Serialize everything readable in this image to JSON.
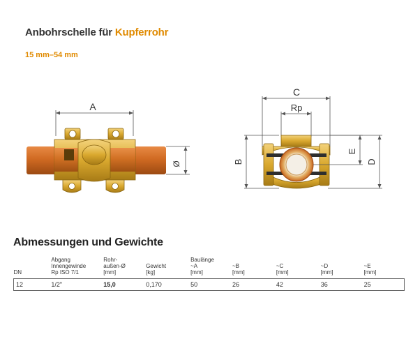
{
  "header": {
    "title_main": "Anbohrschelle für",
    "title_accent": "Kupferrohr",
    "subtitle": "15 mm–54 mm"
  },
  "drawing": {
    "label_a": "A",
    "label_c": "C",
    "label_rp": "Rp",
    "label_b": "B",
    "label_e": "E",
    "label_d": "D",
    "label_diameter": "Ø"
  },
  "section": {
    "title": "Abmessungen und Gewichte"
  },
  "table": {
    "headers": [
      [
        "",
        "",
        "DN"
      ],
      [
        "Abgang",
        "Innengewinde",
        "Rp  ISO 7/1"
      ],
      [
        "Rohr-",
        "außen-Ø",
        "[mm]"
      ],
      [
        "",
        "Gewicht",
        "[kg]"
      ],
      [
        "Baulänge",
        "~A",
        "[mm]"
      ],
      [
        "",
        "~B",
        "[mm]"
      ],
      [
        "",
        "~C",
        "[mm]"
      ],
      [
        "",
        "~D",
        "[mm]"
      ],
      [
        "",
        "~E",
        "[mm]"
      ]
    ],
    "rows": [
      [
        "12",
        "1/2\"",
        "15,0",
        "0,170",
        "50",
        "26",
        "42",
        "36",
        "25"
      ]
    ]
  },
  "colors": {
    "accent": "#e08a00",
    "copper_pipe": "#c8661e",
    "brass": "#d9a82e",
    "dimension_line": "#555555"
  }
}
